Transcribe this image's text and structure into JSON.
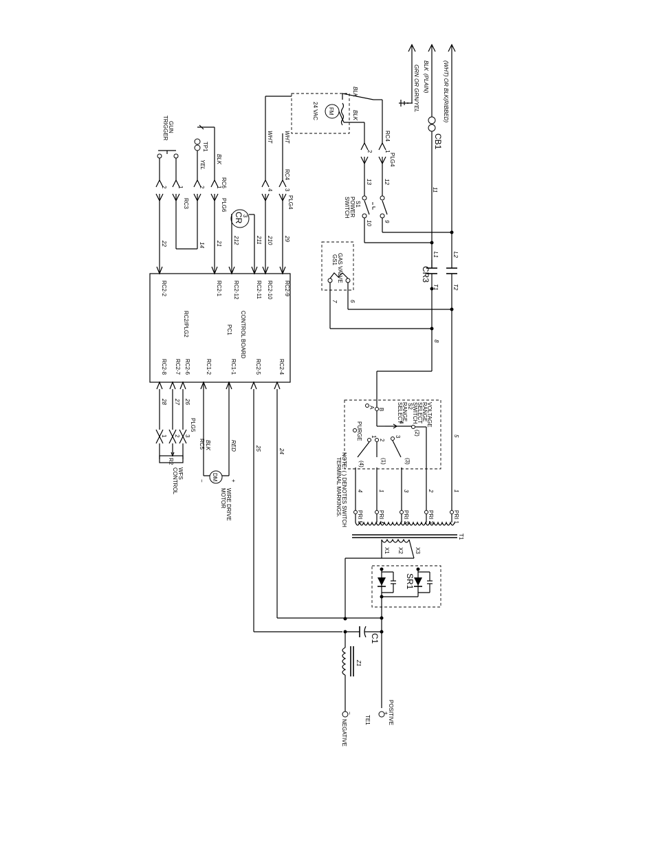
{
  "power_input": {
    "line1": "(WHT) OR BLK(RIBBED)",
    "line2_color": "BLK",
    "line2_type": "(PLAIN)",
    "ground": "GRN OR GRN/YEL",
    "breaker": "CB1",
    "wire_l2": "L2",
    "wire_l1": "L1"
  },
  "fan_motor": {
    "label": "FM",
    "voltage": "24 VAC",
    "lead1": "BLK",
    "lead2": "BLK",
    "lead3": "WHT",
    "lead4": "WHT",
    "connector": "RC4",
    "plug": "PLG4",
    "pin1": "1",
    "pin2": "2",
    "pin3": "3",
    "pin4": "4"
  },
  "power_switch": {
    "label": "S1",
    "title1": "POWER",
    "title2": "SWITCH",
    "w12": "12",
    "w13": "13",
    "w9": "9",
    "w10": "10",
    "w11": "11"
  },
  "contactor": {
    "label": "CR3",
    "l1": "L1",
    "l2": "L2",
    "t1": "T1",
    "t2": "T2"
  },
  "gas_valve": {
    "title": "GAS VALVE",
    "label": "GS1",
    "w6": "6",
    "w7": "7",
    "w8": "8"
  },
  "gun": {
    "title1": "GUN",
    "title2": "TRIGGER",
    "connector": "RC3",
    "pin1": "1",
    "pin2": "2",
    "w22": "22",
    "w14": "14"
  },
  "thermal": {
    "label": "TP1",
    "lead1": "YEL",
    "lead2": "BLK",
    "connector": "RC6",
    "plug": "PLG6",
    "pin1": "1",
    "pin2": "2",
    "w21": "21"
  },
  "relay": {
    "label1": "CR",
    "label2": "3",
    "w212": "212",
    "w211": "211",
    "w210": "210",
    "w29": "29"
  },
  "control_board": {
    "title": "CONTROL BOARD",
    "label": "PC1",
    "plug": "RC2/PLG2",
    "pins_top": [
      "RC2-9",
      "RC2-10",
      "RC2-11",
      "RC2-12",
      "RC2-1",
      "RC2-2"
    ],
    "pins_bottom": [
      "RC2-4",
      "RC2-5",
      "RC1-1",
      "RC1-2",
      "RC2-6",
      "RC2-7",
      "RC2-8"
    ]
  },
  "wire_feed": {
    "motor_label": "DM",
    "title1": "WIRE DRIVE",
    "title2": "MOTOR",
    "lead_red": "RED",
    "lead_blk": "BLK",
    "plus": "+",
    "minus": "−",
    "pot_label": "R2",
    "pot_title1": "WFS",
    "pot_title2": "CONTROL",
    "connector": "RC5",
    "plug": "PLG5",
    "w26": "26",
    "w27": "27",
    "w28": "28",
    "w24": "24",
    "w25": "25",
    "pin1": "1",
    "pin2": "2",
    "pin3": "3"
  },
  "voltage_switch": {
    "title1": "VOLTAGE",
    "title2": "RANGE",
    "title3": "SELECT",
    "title4": "SWITCH",
    "label": "S2",
    "range_title1": "RANGE",
    "range_title2": "SELECT",
    "purge": "PURGE",
    "pos_a": "A",
    "pos_b": "B",
    "t1": "(1)",
    "t2": "(2)",
    "t3": "(3)",
    "t4": "(4)",
    "p1": "1",
    "p2": "2",
    "p3": "3",
    "p4": "4",
    "note1": "NOTE: ( ) DENOTES SWITCH",
    "note2": "TERMINAL MARKINGS."
  },
  "transformer": {
    "label": "T1",
    "pri1": "PRI 1",
    "pri2": "PRI 2",
    "pri3": "PRI 3",
    "pri4": "PRI 4",
    "pri5": "PRI 5",
    "x1": "X1",
    "x2": "X2",
    "x3": "X3",
    "w1": "1",
    "w2": "2",
    "w3": "3",
    "w4": "4",
    "w5": "5"
  },
  "rectifier": {
    "label": "SR1"
  },
  "output": {
    "capacitor": "C1",
    "choke": "Z1",
    "terminal": "TE1",
    "positive": "POSITIVE",
    "negative": "NEGATIVE",
    "plus": "+",
    "minus": "−"
  }
}
